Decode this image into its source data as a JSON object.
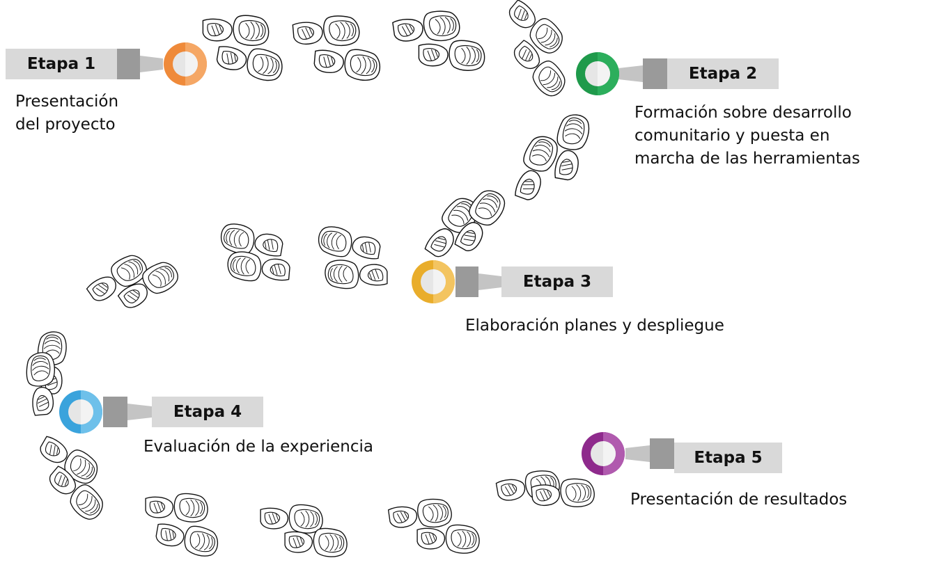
{
  "stages": [
    {
      "label": "Etapa 1",
      "lines": [
        "Presentación",
        "del proyecto"
      ],
      "color": "#ef8a3a",
      "light": "#f5a765"
    },
    {
      "label": "Etapa 2",
      "lines": [
        "Formación sobre desarrollo",
        "comunitario y puesta en",
        "marcha de las herramientas"
      ],
      "color": "#1f9a4b",
      "light": "#2cae5c"
    },
    {
      "label": "Etapa 3",
      "lines": [
        "Elaboración planes y despliegue"
      ],
      "color": "#e9ad2b",
      "light": "#f3c460"
    },
    {
      "label": "Etapa 4",
      "lines": [
        "Evaluación de la experiencia"
      ],
      "color": "#3aa3dc",
      "light": "#6ec0ea"
    },
    {
      "label": "Etapa 5",
      "lines": [
        "Presentación de resultados"
      ],
      "color": "#8e2a8c",
      "light": "#b05aae"
    }
  ],
  "colors": {
    "label_bg": "#d9d9d9",
    "connector_dark": "#9a9a9a",
    "connector_light": "#c4c4c4",
    "circle_inner": "#e6e6e6"
  },
  "icons": {
    "footprint": "footprint-icon",
    "marker": "stage-marker-icon"
  }
}
